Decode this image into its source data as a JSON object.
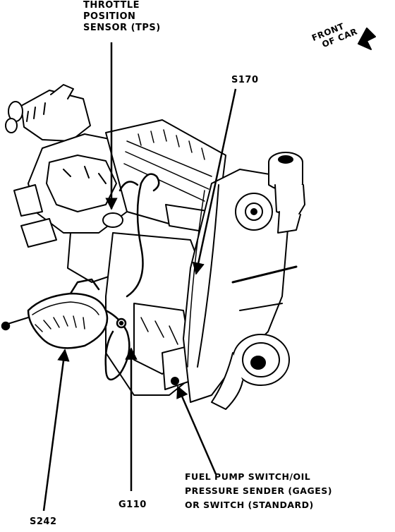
{
  "labels": {
    "tps": [
      "THROTTLE",
      "POSITION",
      "SENSOR (TPS)"
    ],
    "front_of_car": [
      "FRONT",
      "OF CAR"
    ],
    "s170": "S170",
    "fuel_pump": [
      "FUEL PUMP SWITCH/OIL",
      "PRESSURE SENDER (GAGES)",
      "OR SWITCH (STANDARD)"
    ],
    "g110": "G110",
    "s242": "S242"
  }
}
